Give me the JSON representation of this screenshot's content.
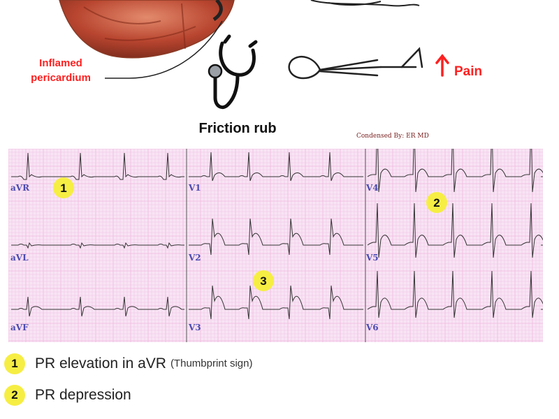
{
  "illustration": {
    "inflamed_label_line1": "Inflamed",
    "inflamed_label_line2": "pericardium",
    "friction_rub_label": "Friction rub",
    "pain_label": "Pain",
    "credit": "Condensed By: ER MD",
    "colors": {
      "accent_red": "#ff2020",
      "heart": "#b8452f"
    }
  },
  "ecg": {
    "grid_color": "#f1b8df",
    "background_color": "#f8e4f4",
    "leads": [
      {
        "name": "aVR"
      },
      {
        "name": "V1"
      },
      {
        "name": "V4"
      },
      {
        "name": "aVL"
      },
      {
        "name": "V2"
      },
      {
        "name": "V5"
      },
      {
        "name": "aVF"
      },
      {
        "name": "V3"
      },
      {
        "name": "V6"
      }
    ],
    "markers": [
      {
        "label": "1"
      },
      {
        "label": "2"
      },
      {
        "label": "3"
      }
    ],
    "marker_color": "#f6ee43"
  },
  "legend": [
    {
      "number": "1",
      "title": "PR elevation in aVR",
      "note": "(Thumbprint sign)"
    },
    {
      "number": "2",
      "title": "PR depression",
      "note": ""
    }
  ]
}
